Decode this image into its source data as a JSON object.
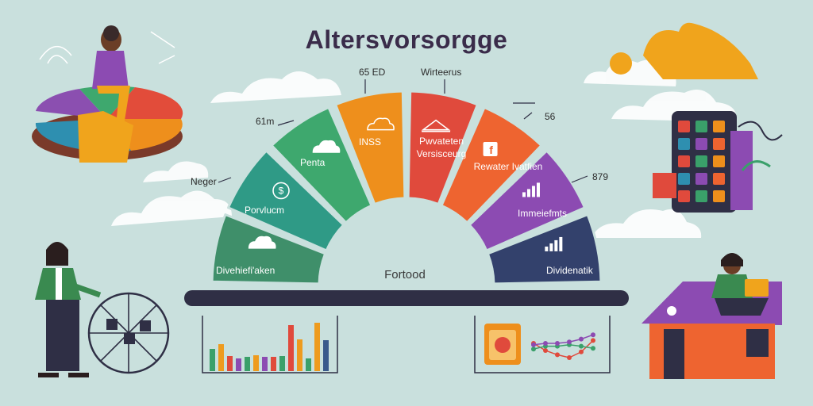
{
  "title": "Altersvorsorgge",
  "center_label": "Fortood",
  "segments": [
    {
      "label": "Divehiefi'aken",
      "color": "#3f8f6a"
    },
    {
      "label": "Porvlucm",
      "color": "#2f9a86"
    },
    {
      "label": "Penta",
      "color": "#3ea86e"
    },
    {
      "label": "INSS",
      "color": "#ee8f1c"
    },
    {
      "label": "Pwvateten Versisceurg",
      "color": "#e04a3c"
    },
    {
      "label": "Rewater Ivatfien",
      "color": "#ee6430"
    },
    {
      "label": "Immeiefmts",
      "color": "#8c4bb2"
    },
    {
      "label": "Dividenatik",
      "color": "#33416c"
    }
  ],
  "outer_labels": {
    "top_left": "65 ED",
    "top_right": "Wirteerus",
    "mid_left": "61m",
    "mid_right": "56",
    "left": "Neger",
    "right": "879"
  },
  "icons": [
    "cloud-icon",
    "dollar-icon",
    "cloud-icon",
    "cloud-icon",
    "roof-icon",
    "facebook-icon",
    "bar-chart-icon",
    "bar-chart-icon"
  ],
  "bar_charts": {
    "left_values": [
      2.8,
      3.4,
      1.9,
      1.6,
      1.8,
      2.0,
      1.8,
      1.8,
      1.9,
      5.8,
      4.0,
      1.6,
      6.1,
      3.9
    ],
    "left_colors": [
      "#3aa06a",
      "#ee9b1e",
      "#e04a3c",
      "#8c4bb2",
      "#3aa06a",
      "#ee9b1e",
      "#8c4bb2",
      "#e04a3c",
      "#3aa06a",
      "#e04a3c",
      "#ee9b1e",
      "#3aa06a",
      "#ee9b1e",
      "#3a5a8c"
    ]
  },
  "line_chart": {
    "series": [
      {
        "color": "#e04a3c",
        "values": [
          3.0,
          2.0,
          1.4,
          1.0,
          1.8,
          3.4
        ]
      },
      {
        "color": "#3aa06a",
        "values": [
          2.2,
          2.6,
          2.6,
          2.8,
          2.6,
          2.3
        ]
      },
      {
        "color": "#8c4bb2",
        "values": [
          2.8,
          3.0,
          3.0,
          3.2,
          3.6,
          4.2
        ]
      }
    ]
  }
}
